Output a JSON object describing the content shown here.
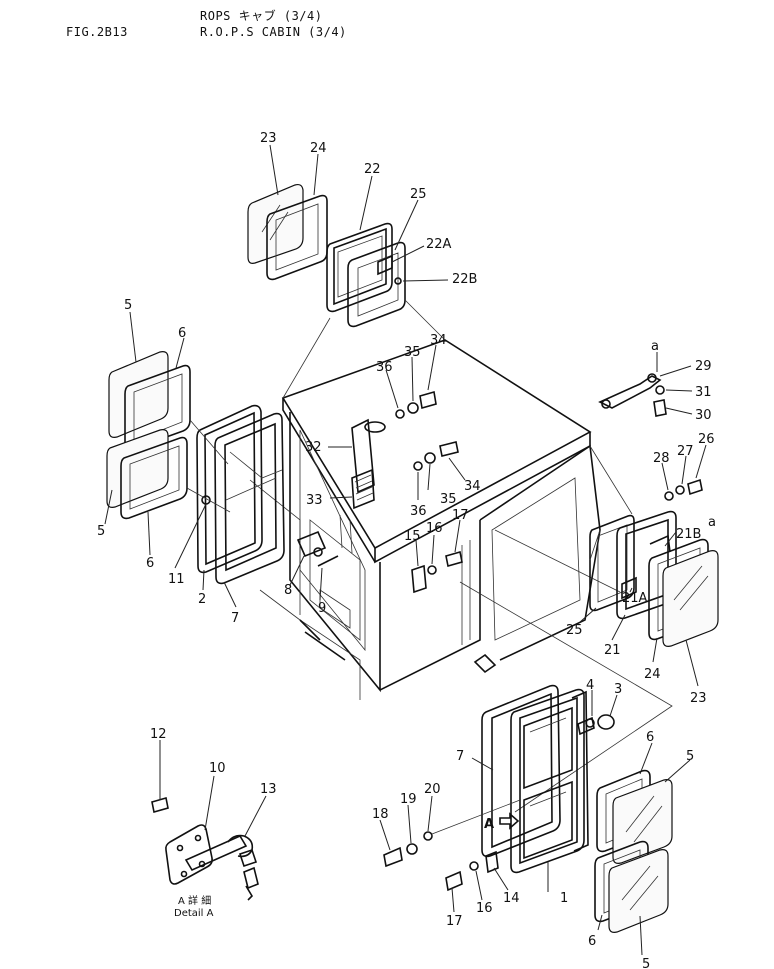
{
  "header": {
    "fig_number": "FIG.2B13",
    "title_jp": "ROPS キャブ (3/4)",
    "title_en": "R.O.P.S CABIN (3/4)"
  },
  "detail": {
    "label_jp": "A 詳 細",
    "label_en": "Detail A",
    "marker_A": "A",
    "marker_a_top": "a",
    "marker_a_right": "a"
  },
  "callouts": {
    "c23_top": "23",
    "c24_top": "24",
    "c22": "22",
    "c25_top": "25",
    "c22A": "22A",
    "c22B": "22B",
    "c5_top": "5",
    "c6_top": "6",
    "c5_mid": "5",
    "c6_mid": "6",
    "c34_top": "34",
    "c35_top": "35",
    "c36_top": "36",
    "c32": "32",
    "c33": "33",
    "c36_mid": "36",
    "c35_mid": "35",
    "c34_mid": "34",
    "c11": "11",
    "c2": "2",
    "c7_left": "7",
    "c8": "8",
    "c9": "9",
    "c15": "15",
    "c16_mid": "16",
    "c17_mid": "17",
    "c29": "29",
    "c31": "31",
    "c30": "30",
    "c28": "28",
    "c27": "27",
    "c26": "26",
    "c21B": "21B",
    "c21A": "21A",
    "c21": "21",
    "c25_right": "25",
    "c24_right": "24",
    "c23_right": "23",
    "c4": "4",
    "c3": "3",
    "c7_bottom": "7",
    "c6_br1": "6",
    "c5_br1": "5",
    "c6_br2": "6",
    "c5_br2": "5",
    "c12": "12",
    "c10": "10",
    "c13": "13",
    "c18": "18",
    "c19": "19",
    "c20": "20",
    "c17_bottom": "17",
    "c16_bottom": "16",
    "c14": "14",
    "c1": "1"
  }
}
